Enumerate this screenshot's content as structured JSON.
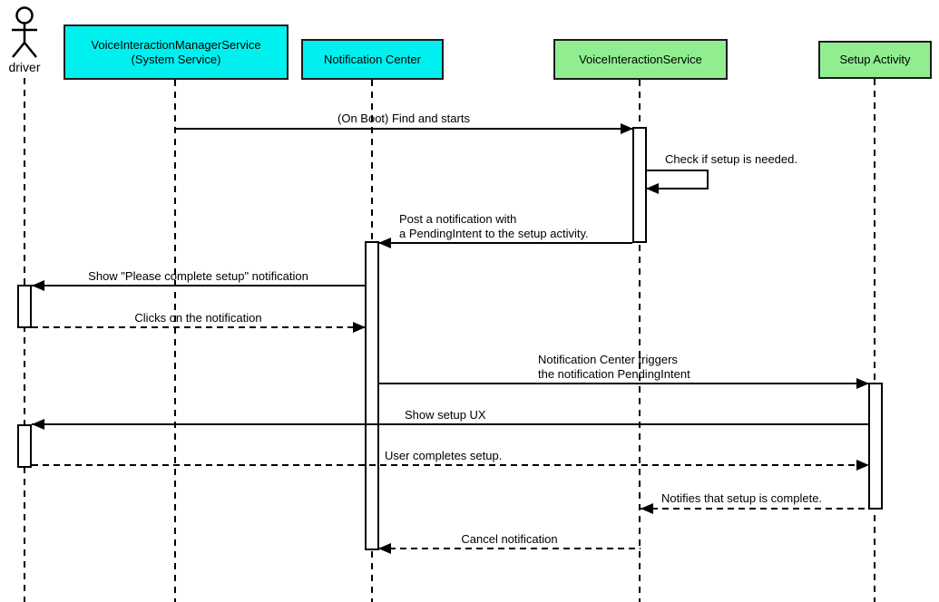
{
  "diagram": {
    "type": "uml-sequence",
    "colors": {
      "system_box": "#00F0F0",
      "app_box": "#90EE90",
      "line": "#000000",
      "background": "#ffffff"
    },
    "actor": {
      "label": "driver"
    },
    "participants": [
      {
        "id": "voice-interaction-manager-service",
        "label": "VoiceInteractionManagerService\n(System Service)",
        "type": "system"
      },
      {
        "id": "notification-center",
        "label": "Notification Center",
        "type": "system"
      },
      {
        "id": "voice-interaction-service",
        "label": "VoiceInteractionService",
        "type": "app"
      },
      {
        "id": "setup-activity",
        "label": "Setup Activity",
        "type": "app"
      }
    ],
    "messages": [
      {
        "text": "(On Boot) Find and starts",
        "from": "VoiceInteractionManagerService (System Service)",
        "to": "VoiceInteractionService",
        "line": "solid"
      },
      {
        "text": "Check if setup is needed.",
        "from": "VoiceInteractionService",
        "to": "VoiceInteractionService",
        "line": "solid-self"
      },
      {
        "text": "Post a notification with\na PendingIntent to the setup activity.",
        "from": "VoiceInteractionService",
        "to": "Notification Center",
        "line": "solid"
      },
      {
        "text": "Show \"Please complete setup\" notification",
        "from": "Notification Center",
        "to": "driver",
        "line": "solid"
      },
      {
        "text": "Clicks on the notification",
        "from": "driver",
        "to": "Notification Center",
        "line": "dashed"
      },
      {
        "text": "Notification Center triggers\nthe notification PendingIntent",
        "from": "Notification Center",
        "to": "Setup Activity",
        "line": "solid"
      },
      {
        "text": "Show setup UX",
        "from": "Setup Activity",
        "to": "driver",
        "line": "solid"
      },
      {
        "text": "User completes setup.",
        "from": "driver",
        "to": "Setup Activity",
        "line": "dashed"
      },
      {
        "text": "Notifies that setup is complete.",
        "from": "Setup Activity",
        "to": "VoiceInteractionService",
        "line": "dashed"
      },
      {
        "text": "Cancel notification",
        "from": "VoiceInteractionService",
        "to": "Notification Center",
        "line": "dashed"
      }
    ]
  }
}
